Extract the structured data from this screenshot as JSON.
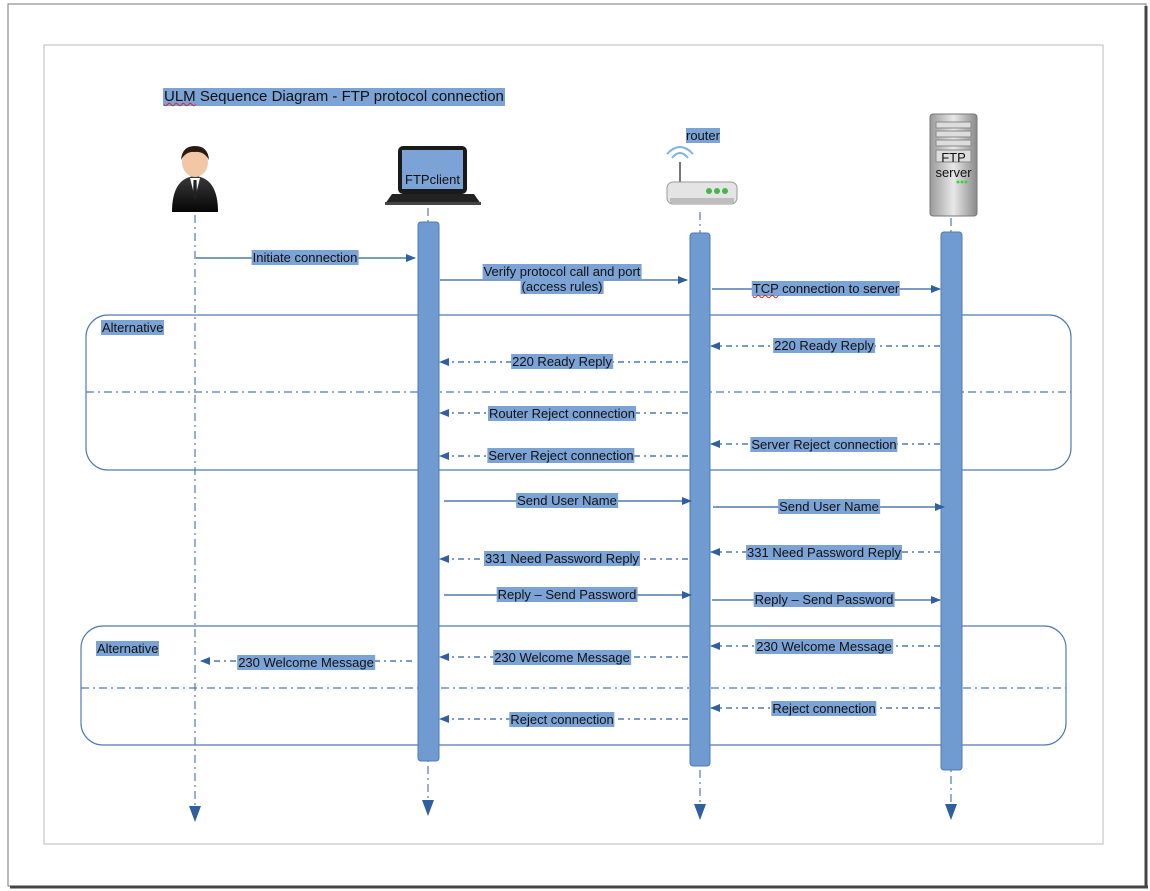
{
  "title": {
    "misspelled_word": "ULM",
    "rest": " Sequence Diagram - FTP protocol connection"
  },
  "actors": {
    "ftp_client_label": "FTPclient",
    "router_label": "router",
    "ftp_server_label_1": "FTP",
    "ftp_server_label_2": "server"
  },
  "fragments": [
    {
      "label": "Alternative"
    },
    {
      "label": "Alternative"
    }
  ],
  "messages": {
    "initiate": "Initiate connection",
    "verify_1": "Verify protocol call and port",
    "verify_2": "(access rules)",
    "tcp_misspelled": "TCP",
    "tcp_rest": " connection to server",
    "ready_server": "220 Ready Reply",
    "ready_router": "220 Ready Reply",
    "router_reject": "Router Reject connection",
    "server_reject_server": "Server Reject connection",
    "server_reject_router": "Server Reject connection",
    "send_user_client": "Send User Name",
    "send_user_router": "Send User Name",
    "need_pw_router": "331 Need Password Reply",
    "need_pw_server": "331 Need Password Reply",
    "send_pw_client": "Reply – Send Password",
    "send_pw_router": "Reply – Send Password",
    "welcome_user": "230 Welcome Message",
    "welcome_router": "230 Welcome Message",
    "welcome_server": "230 Welcome Message",
    "reject_router": "Reject connection",
    "reject_server": "Reject connection"
  },
  "colors": {
    "lifeline": "#4f7bb3",
    "activation": "#6f9bd0",
    "label_bg": "#7ba3d6"
  }
}
